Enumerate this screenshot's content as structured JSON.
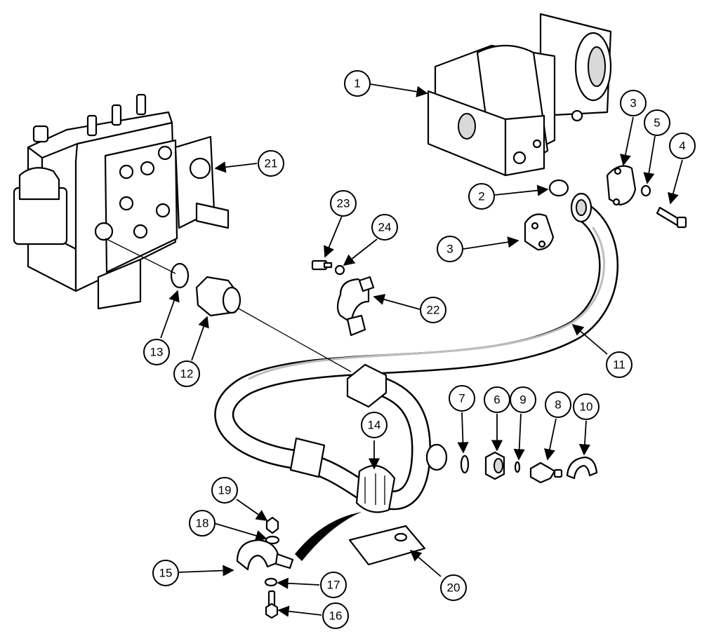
{
  "callouts": [
    {
      "number": "1"
    },
    {
      "number": "2"
    },
    {
      "number": "3"
    },
    {
      "number": "3"
    },
    {
      "number": "4"
    },
    {
      "number": "5"
    },
    {
      "number": "6"
    },
    {
      "number": "7"
    },
    {
      "number": "8"
    },
    {
      "number": "9"
    },
    {
      "number": "10"
    },
    {
      "number": "11"
    },
    {
      "number": "12"
    },
    {
      "number": "13"
    },
    {
      "number": "14"
    },
    {
      "number": "15"
    },
    {
      "number": "16"
    },
    {
      "number": "17"
    },
    {
      "number": "18"
    },
    {
      "number": "19"
    },
    {
      "number": "20"
    },
    {
      "number": "21"
    },
    {
      "number": "22"
    },
    {
      "number": "23"
    },
    {
      "number": "24"
    }
  ]
}
